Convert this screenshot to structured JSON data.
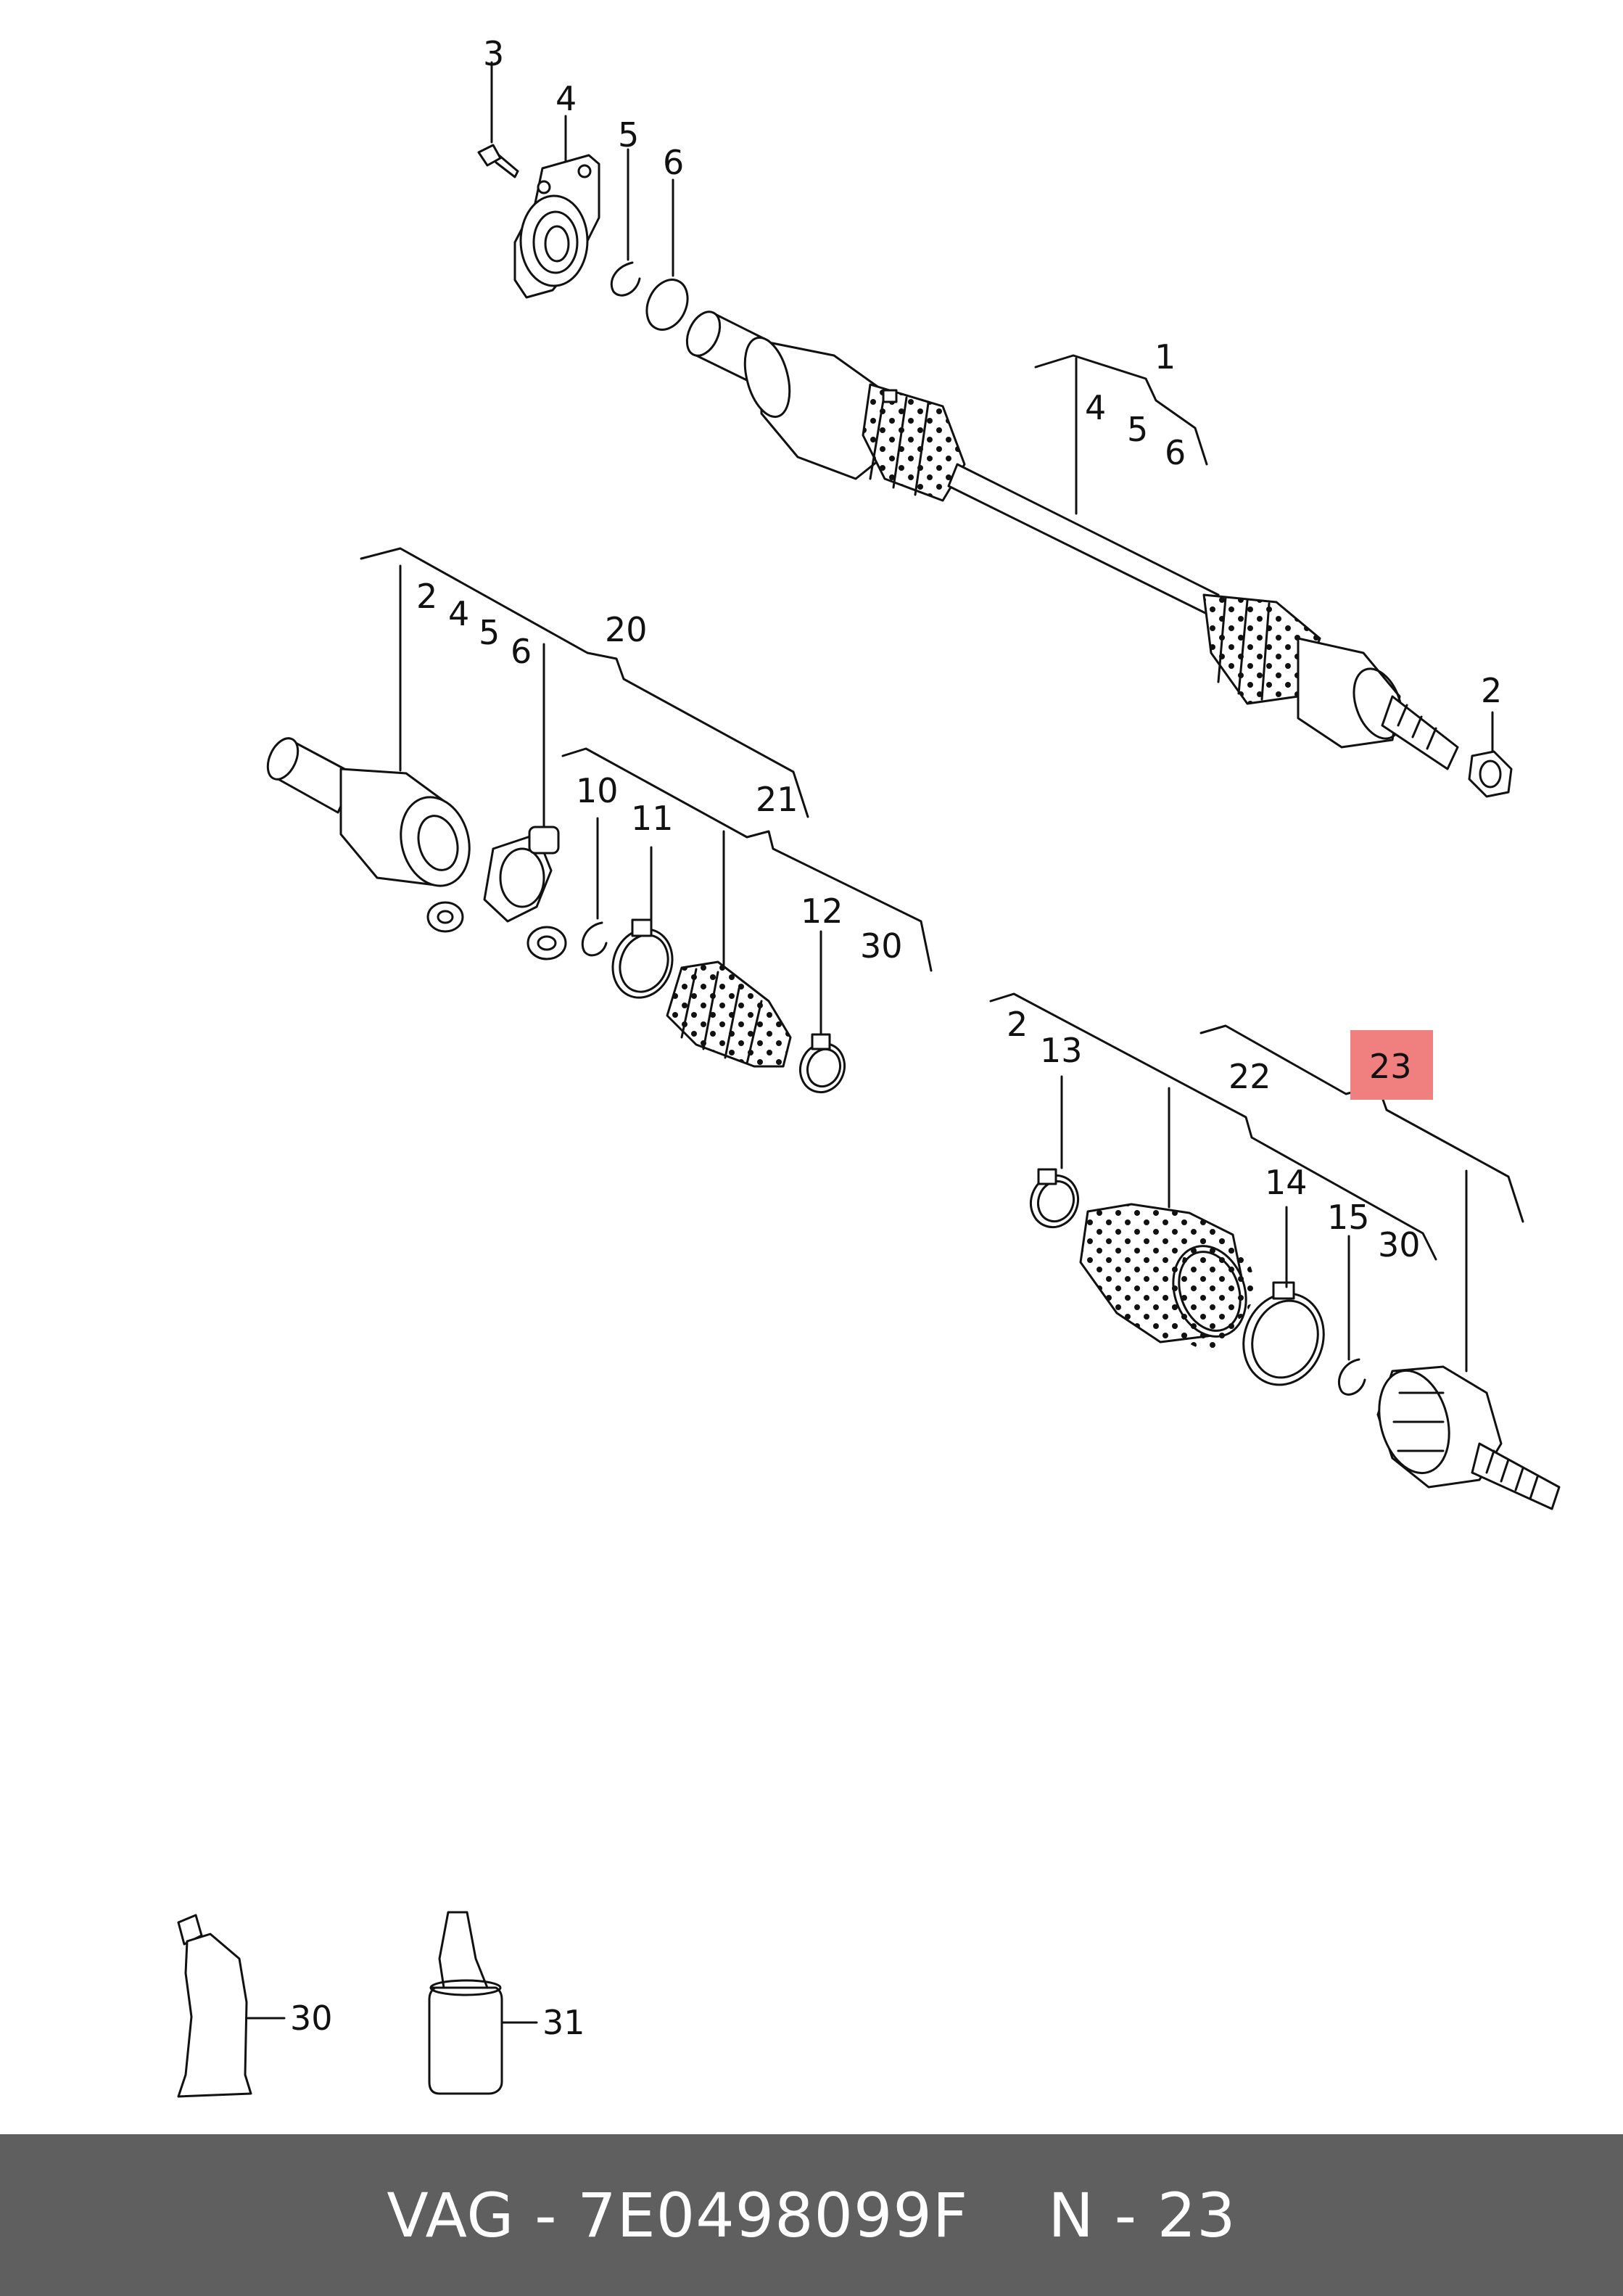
{
  "diagram": {
    "callouts": {
      "c3": "3",
      "c4": "4",
      "c5": "5",
      "c6": "6",
      "c1": "1",
      "c1_4": "4",
      "c1_5": "5",
      "c1_6": "6",
      "c2_top": "2",
      "c20": "20",
      "c20_2": "2",
      "c20_4": "4",
      "c20_5": "5",
      "c20_6": "6",
      "c10": "10",
      "c11": "11",
      "c21": "21",
      "c12": "12",
      "c30_mid": "30",
      "c2_low": "2",
      "c13": "13",
      "c22": "22",
      "c23": "23",
      "c14": "14",
      "c15": "15",
      "c30_low": "30",
      "c30_tube": "30",
      "c31": "31"
    },
    "highlight_color": "#f08080"
  },
  "footer": {
    "brand": "VAG - 7E0498099F",
    "ref": "N - 23"
  }
}
